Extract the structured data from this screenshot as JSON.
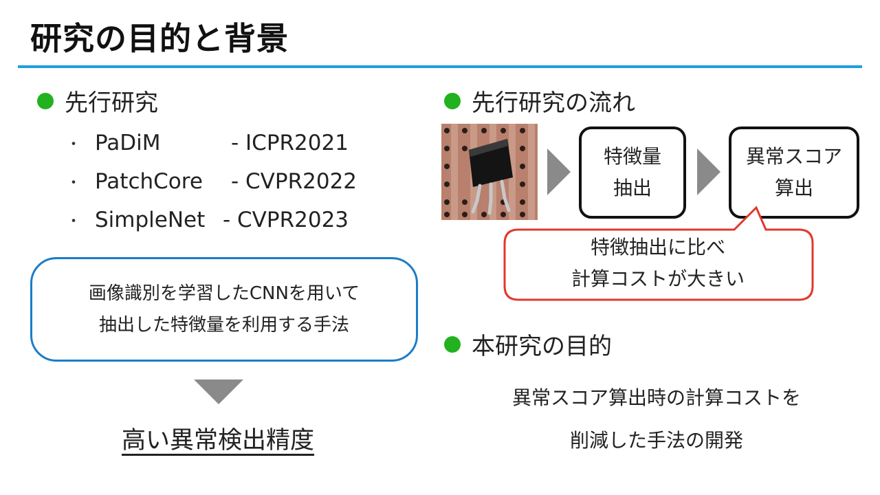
{
  "slide": {
    "title": "研究の目的と背景",
    "accent_color": "#1e9ee0",
    "bullet_color": "#22b11f"
  },
  "left": {
    "heading": "先行研究",
    "methods": [
      {
        "mark": "・",
        "name": "PaDiM",
        "venue": "- ICPR2021"
      },
      {
        "mark": "・",
        "name": "PatchCore",
        "venue": "- CVPR2022"
      },
      {
        "mark": "・",
        "name": "SimpleNet",
        "venue": "- CVPR2023"
      }
    ],
    "description_lines": [
      "画像識別を学習したCNNを用いて",
      "抽出した特徴量を利用する手法"
    ],
    "result": "高い異常検出精度"
  },
  "flow": {
    "heading": "先行研究の流れ",
    "step1_lines": [
      "特徴量",
      "抽出"
    ],
    "step2_lines": [
      "異常スコア",
      "算出"
    ],
    "callout_lines": [
      "特徴抽出に比べ",
      "計算コストが大きい"
    ],
    "callout_color": "#e0392b"
  },
  "purpose": {
    "heading": "本研究の目的",
    "lines": [
      "異常スコア算出時の計算コストを",
      "削減した手法の開発"
    ]
  }
}
